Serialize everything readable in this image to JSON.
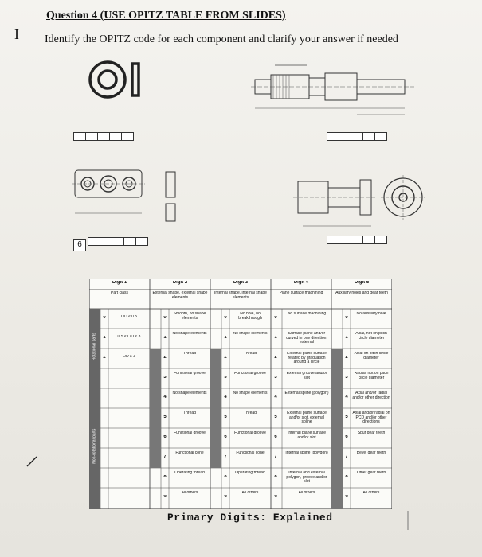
{
  "question": {
    "title": "Question 4 (USE OPITZ TABLE FROM SLIDES)",
    "instruction": "Identify the OPITZ code for each component and clarify your answer if needed"
  },
  "part_number": "6",
  "table": {
    "headers": [
      "Digit 1",
      "Digit 2",
      "Digit 3",
      "Digit 4",
      "Digit 5"
    ],
    "subheaders": [
      "Part class",
      "External shape, external shape elements",
      "Internal shape, internal shape elements",
      "Plane surface machining",
      "Auxiliary holes and gear teeth"
    ],
    "digit1": [
      "L/D ≤ 0.5",
      "0.5 < L/D < 3",
      "L/D ≥ 3"
    ],
    "digit2": [
      "Smooth, no shape elements",
      "No shape elements",
      "Thread",
      "Functional groove",
      "No shape elements",
      "Thread",
      "Functional groove",
      "Functional cone",
      "Operating thread",
      "All others"
    ],
    "digit3": [
      "No hole, no breakthrough",
      "No shape elements",
      "Thread",
      "Functional groove",
      "No shape elements",
      "Thread",
      "Functional groove",
      "Functional cone",
      "Operating thread",
      "All others"
    ],
    "digit4": [
      "No surface machining",
      "Surface plane and/or curved in one direction, external",
      "External plane surface related by graduation around a circle",
      "External groove and/or slot",
      "External spline (polygon)",
      "External plane surface and/or slot, external spline",
      "Internal plane surface and/or slot",
      "Internal spline (polygon)",
      "Internal and external polygon, groove and/or slot",
      "All others"
    ],
    "digit5": [
      "No auxiliary hole",
      "Axial, not on pitch circle diameter",
      "Axial on pitch circle diameter",
      "Radial, not on pitch circle diameter",
      "Axial and/or radial and/or other direction",
      "Axial and/or radial on PCD and/or other directions",
      "Spur gear teeth",
      "Bevel gear teeth",
      "Other gear teeth",
      "All others"
    ],
    "side_labels": [
      "Rotational parts",
      "Non-rotational parts"
    ]
  },
  "footer": "Primary Digits: Explained"
}
